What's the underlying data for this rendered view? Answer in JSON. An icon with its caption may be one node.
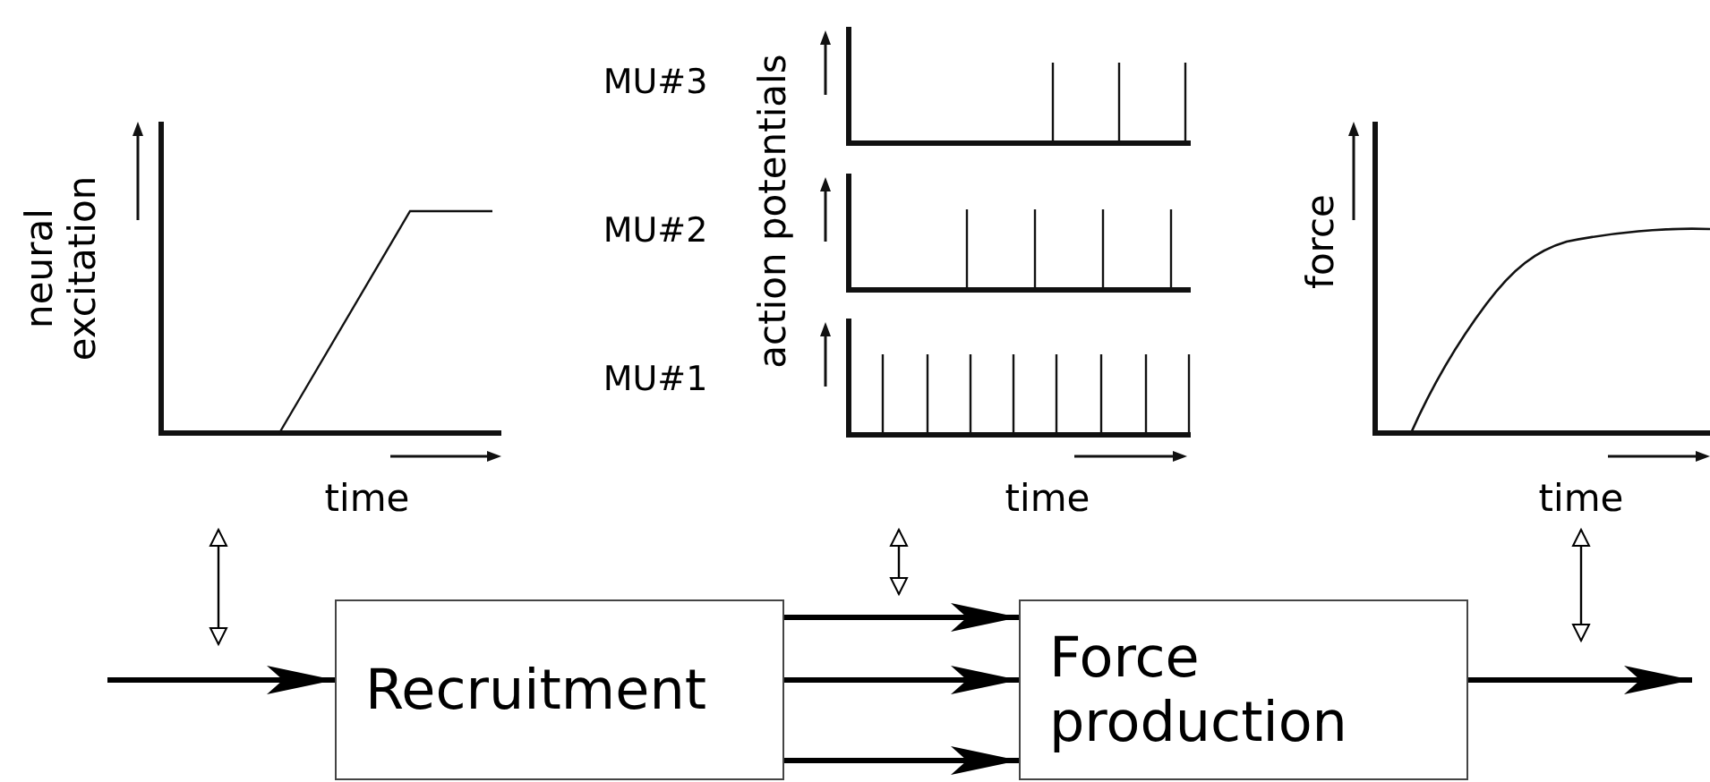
{
  "diagram": {
    "nodes": [
      {
        "text": [
          "Recruitment"
        ]
      },
      {
        "text": [
          "Force production"
        ]
      },
      {
        "text": [
          "neural excitation",
          "time"
        ]
      },
      {
        "text": [
          "action potentials",
          "MU#3",
          "MU#2",
          "MU#1",
          "time"
        ]
      },
      {
        "text": [
          "force",
          "time"
        ]
      }
    ],
    "edges": [
      {
        "from": null,
        "to": 0,
        "arrow": "to"
      },
      {
        "from": 0,
        "to": 1,
        "arrow": "to"
      },
      {
        "from": 0,
        "to": 1,
        "arrow": "to"
      },
      {
        "from": 0,
        "to": 1,
        "arrow": "to"
      },
      {
        "from": 1,
        "to": null,
        "arrow": "to"
      },
      {
        "from": 2,
        "to": null,
        "arrow": "both"
      },
      {
        "from": 3,
        "to": null,
        "arrow": "both"
      },
      {
        "from": 4,
        "to": null,
        "arrow": "both"
      }
    ]
  }
}
